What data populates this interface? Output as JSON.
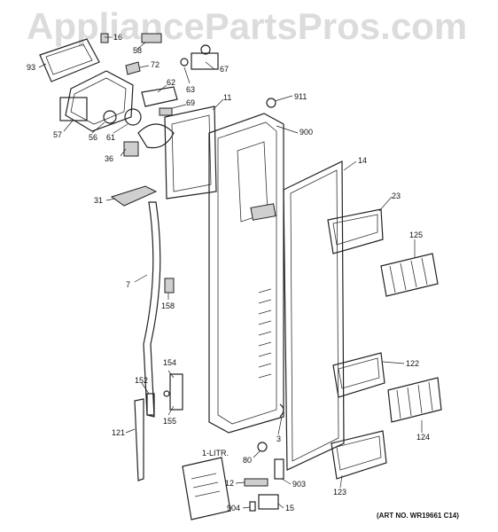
{
  "watermark": "AppliancePartsPros.com",
  "art_number": "(ART NO. WR19661 C14)",
  "manual_label": "1-LITR.",
  "callouts": [
    "93",
    "16",
    "58",
    "72",
    "67",
    "63",
    "62",
    "57",
    "56",
    "61",
    "69",
    "36",
    "11",
    "911",
    "900",
    "14",
    "23",
    "31",
    "125",
    "7",
    "158",
    "122",
    "154",
    "152",
    "155",
    "121",
    "124",
    "3",
    "80",
    "903",
    "12",
    "123",
    "904",
    "15"
  ]
}
